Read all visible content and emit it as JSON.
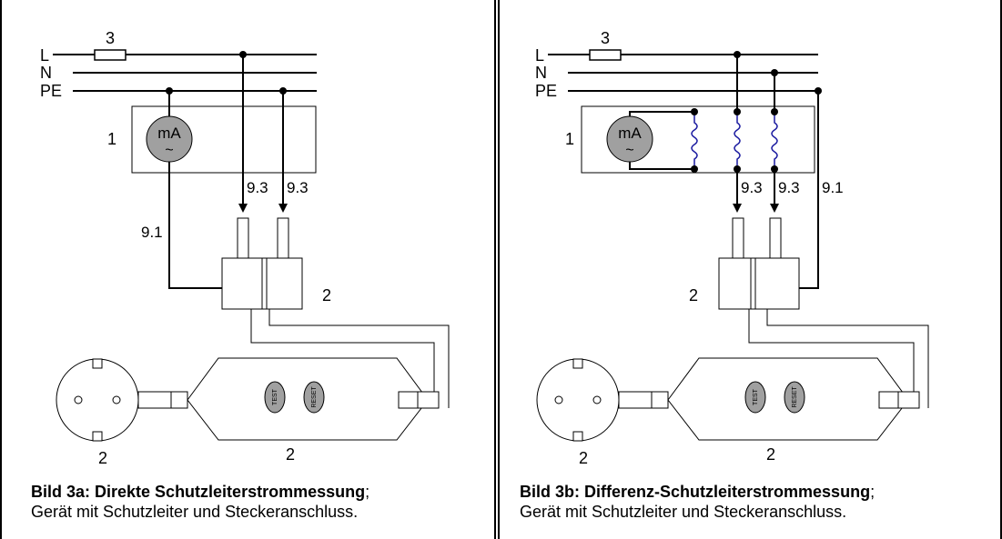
{
  "fig_a": {
    "line_L": "L",
    "line_N": "N",
    "line_PE": "PE",
    "fuse_label": "3",
    "device_label": "1",
    "meter_unit": "mA",
    "meter_symbol": "~",
    "probe_label_1": "9.3",
    "probe_label_2": "9.3",
    "lead_label": "9.1",
    "adapter_label": "2",
    "socket_label": "2",
    "rcd_label": "2",
    "btn_test": "TEST",
    "btn_reset": "RESET",
    "caption_title": "Bild 3a: Direkte Schutzleiterstrommessung",
    "caption_sep": ";",
    "caption_text": "Gerät mit Schutzleiter und Steckeranschluss."
  },
  "fig_b": {
    "line_L": "L",
    "line_N": "N",
    "line_PE": "PE",
    "fuse_label": "3",
    "device_label": "1",
    "meter_unit": "mA",
    "meter_symbol": "~",
    "probe_label_1": "9.3",
    "probe_label_2": "9.3",
    "lead_label": "9.1",
    "adapter_label": "2",
    "socket_label": "2",
    "rcd_label": "2",
    "btn_test": "TEST",
    "btn_reset": "RESET",
    "caption_title": "Bild 3b: Differenz-Schutzleiterstrommessung",
    "caption_sep": ";",
    "caption_text": "Gerät mit Schutzleiter und Steckeranschluss."
  },
  "colors": {
    "line": "#000000",
    "meter_fill": "#a0a0a0",
    "coil": "#1a1aa0",
    "device_fill": "#ffffff"
  }
}
